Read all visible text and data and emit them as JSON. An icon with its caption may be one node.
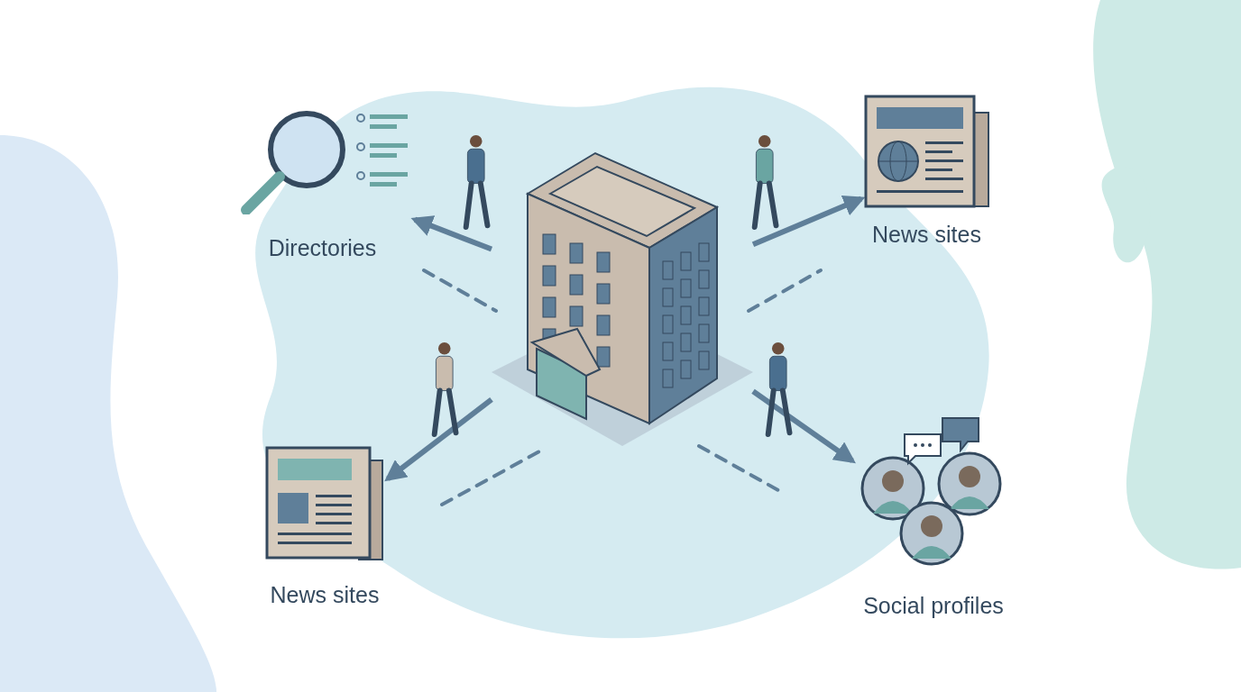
{
  "diagram": {
    "nodes": [
      {
        "text": [],
        "shape": "picture"
      },
      {
        "text": [
          "Directories"
        ]
      },
      {
        "text": [
          "News sites"
        ]
      },
      {
        "text": [
          "News sites"
        ]
      },
      {
        "text": [
          "Social profiles"
        ]
      }
    ],
    "edges": [
      {
        "from": 0,
        "to": 1,
        "arrow": "to"
      },
      {
        "from": 0,
        "to": 2,
        "arrow": "to"
      },
      {
        "from": 0,
        "to": 3,
        "arrow": "to"
      },
      {
        "from": 0,
        "to": 4,
        "arrow": "to"
      }
    ]
  }
}
